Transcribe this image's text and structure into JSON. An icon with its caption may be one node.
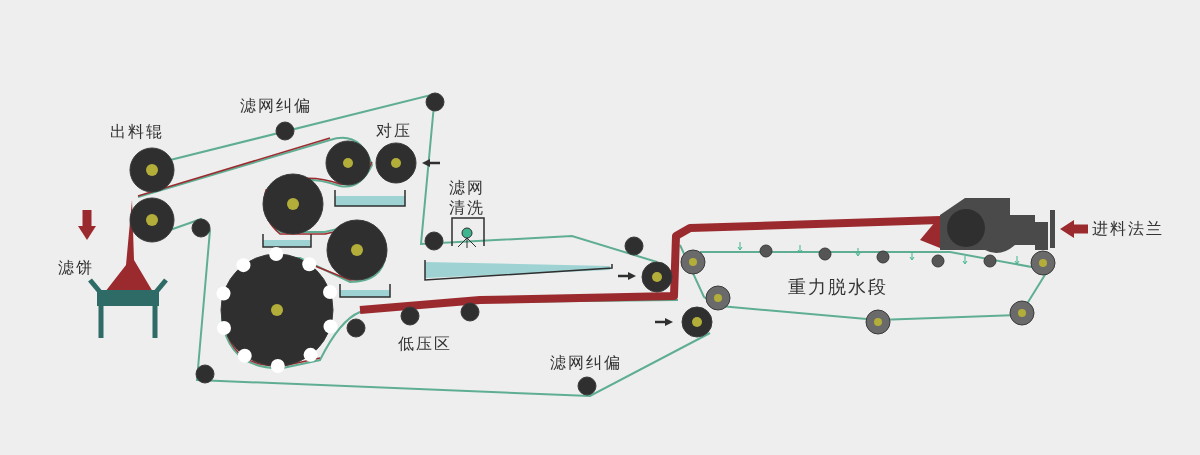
{
  "diagram": {
    "labels": [
      "滤网纠偏",
      "出料辊",
      "对压",
      "滤网清洗",
      "进料法兰",
      "滤饼",
      "重力脱水段",
      "低压区",
      "滤网纠偏"
    ]
  }
}
